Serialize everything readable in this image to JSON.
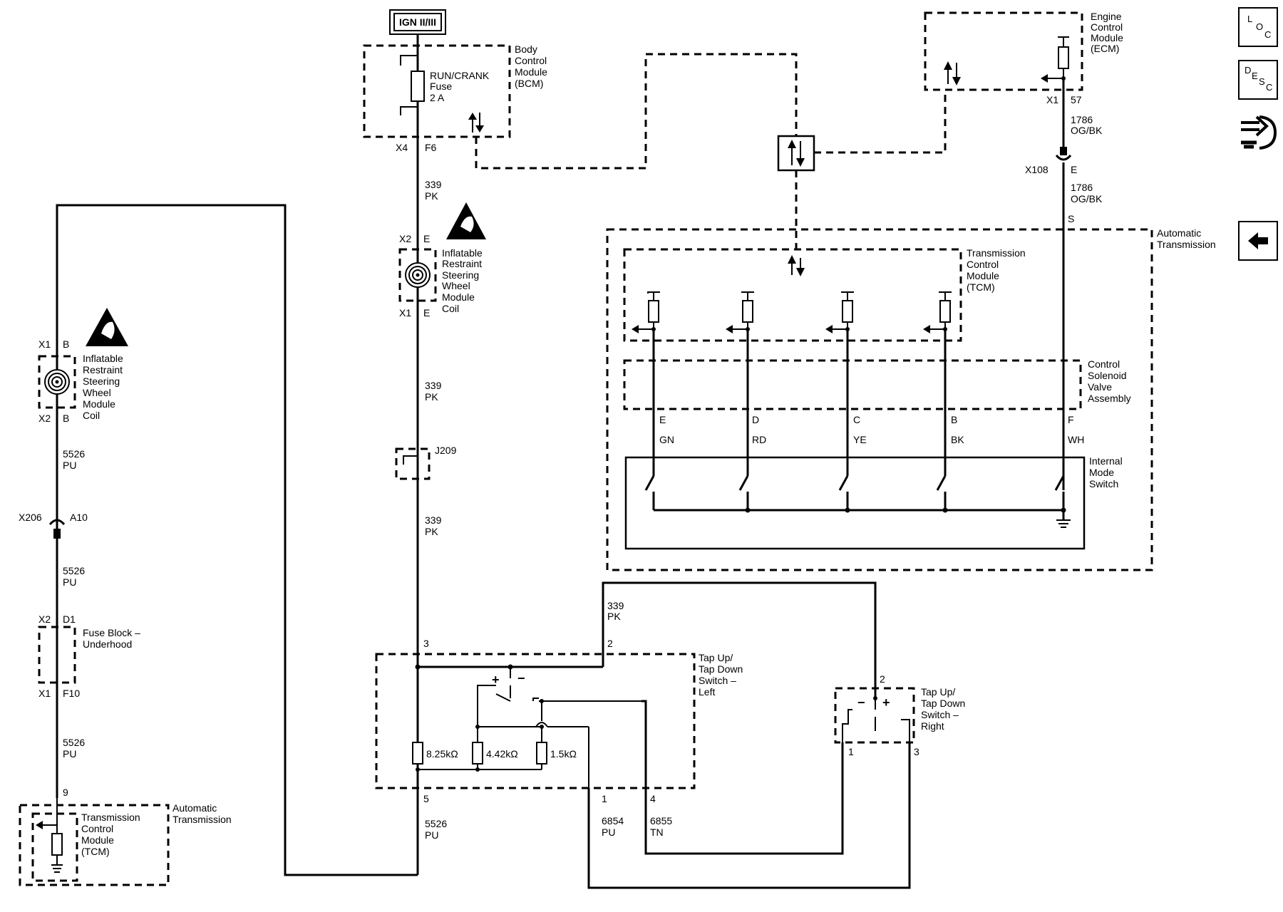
{
  "power": {
    "ign_label": "IGN II/III"
  },
  "bcm": {
    "title_lines": [
      "Body",
      "Control",
      "Module",
      "(BCM)"
    ],
    "fuse_lines": [
      "RUN/CRANK",
      "Fuse",
      "2 A"
    ],
    "conn": "X4",
    "pin": "F6"
  },
  "ecm": {
    "title_lines": [
      "Engine",
      "Control",
      "Module",
      "(ECM)"
    ],
    "conn": "X1",
    "pin": "57"
  },
  "wires": {
    "w339_1": [
      "339",
      "PK"
    ],
    "w339_2": [
      "339",
      "PK"
    ],
    "w339_3": [
      "339",
      "PK"
    ],
    "w339_4": [
      "339",
      "PK"
    ],
    "w1786_1": [
      "1786",
      "OG/BK"
    ],
    "w1786_2": [
      "1786",
      "OG/BK"
    ],
    "w5526_1": [
      "5526",
      "PU"
    ],
    "w5526_2": [
      "5526",
      "PU"
    ],
    "w5526_3": [
      "5526",
      "PU"
    ],
    "w5526_4": [
      "5526",
      "PU"
    ],
    "w6854": [
      "6854",
      "PU"
    ],
    "w6855": [
      "6855",
      "TN"
    ]
  },
  "x108": {
    "conn": "X108",
    "pin": "E"
  },
  "coil_mid": {
    "title_lines": [
      "Inflatable",
      "Restraint",
      "Steering",
      "Wheel",
      "Module",
      "Coil"
    ],
    "top_conn": "X2",
    "top_pin": "E",
    "bottom_conn": "X1",
    "bottom_pin": "E"
  },
  "coil_left": {
    "title_lines": [
      "Inflatable",
      "Restraint",
      "Steering",
      "Wheel",
      "Module",
      "Coil"
    ],
    "top_conn": "X1",
    "top_pin": "B",
    "bottom_conn": "X2",
    "bottom_pin": "B"
  },
  "j209": "J209",
  "x206": {
    "conn": "X206",
    "pin": "A10"
  },
  "fuse_block": {
    "title_lines": [
      "Fuse Block –",
      "Underhood"
    ],
    "top_conn": "X2",
    "top_pin": "D1",
    "bottom_conn": "X1",
    "bottom_pin": "F10"
  },
  "auto_trans": {
    "title_lines": [
      "Automatic",
      "Transmission"
    ],
    "pin_s": "S",
    "tcm_lines": [
      "Transmission",
      "Control",
      "Module",
      "(TCM)"
    ],
    "solenoid_lines": [
      "Control",
      "Solenoid",
      "Valve",
      "Assembly"
    ],
    "mode_switch_lines": [
      "Internal",
      "Mode",
      "Switch"
    ],
    "pins": [
      {
        "pin": "E",
        "color": "GN"
      },
      {
        "pin": "D",
        "color": "RD"
      },
      {
        "pin": "C",
        "color": "YE"
      },
      {
        "pin": "B",
        "color": "BK"
      },
      {
        "pin": "F",
        "color": "WH"
      }
    ]
  },
  "tap_left": {
    "title_lines": [
      "Tap Up/",
      "Tap Down",
      "Switch –",
      "Left"
    ],
    "pin_3": "3",
    "pin_2": "2",
    "pin_5": "5",
    "pin_1": "1",
    "pin_4": "4",
    "resistors": [
      "8.25kΩ",
      "4.42kΩ",
      "1.5kΩ"
    ],
    "plus": "+",
    "minus": "−"
  },
  "tap_right": {
    "title_lines": [
      "Tap Up/",
      "Tap Down",
      "Switch –",
      "Right"
    ],
    "pin_2": "2",
    "pin_1": "1",
    "pin_3": "3",
    "plus": "+",
    "minus": "−"
  },
  "tcm_bottom": {
    "title_lines": [
      "Transmission",
      "Control",
      "Module",
      "(TCM)"
    ],
    "at_lines": [
      "Automatic",
      "Transmission"
    ],
    "pin": "9"
  },
  "nav": {
    "loc": [
      "L",
      "O",
      "C"
    ],
    "desc": [
      "D",
      "E",
      "S",
      "C"
    ]
  }
}
